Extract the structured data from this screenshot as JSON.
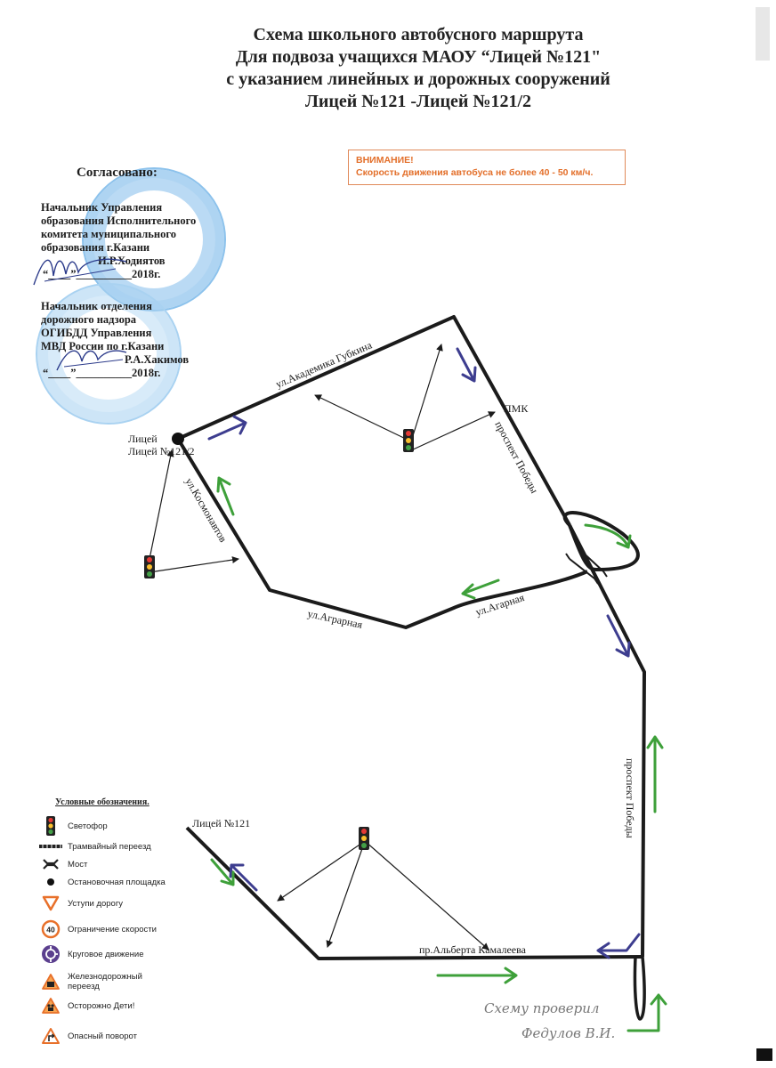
{
  "title": {
    "line1": "Схема школьного автобусного маршрута",
    "line2": "Для подвоза учащихся МАОУ “Лицей №121\"",
    "line3": "с указанием линейных и дорожных сооружений",
    "line4": "Лицей №121 -Лицей №121/2"
  },
  "warning": {
    "heading": "ВНИМАНИЕ!",
    "text": "Скорость движения автобуса не более 40 - 50 км/ч."
  },
  "approval": {
    "heading": "Согласовано:",
    "block1": [
      "Начальник Управления",
      "образования Исполнительного",
      "комитета муниципального",
      "образования г.Казани",
      "И.Р.Ходиятов",
      "“____”__________2018г."
    ],
    "block2": [
      "Начальник отделения",
      "дорожного надзора",
      "ОГИБДД Управления",
      "МВД России по г.Казани",
      "Р.А.Хакимов",
      "“____”__________2018г."
    ]
  },
  "map_labels": {
    "liceum_121_2": "Лицей №121/2",
    "akademika_gubkina": "ул.Академика Губкина",
    "pmk": "ПМК",
    "prospekt_pobedy_1": "проспект Победы",
    "kosmonavtov": "ул.Космонавтов",
    "agrarnaya_1": "ул.Агарная",
    "agrarnaya_2": "ул.Аграрная",
    "prospekt_pobedy_2": "проспект Победы",
    "liceum_121": "Лицей №121",
    "albert_kamaleev": "пр.Альберта Камалеева"
  },
  "colors": {
    "route": "#1b1b1b",
    "arrow_blue": "#3d3d8f",
    "arrow_green": "#3ea03a",
    "warning": "#e36f2a",
    "stamp": "#7ab6e6"
  },
  "legend": {
    "title": "Условные обозначения.",
    "items": [
      {
        "icon": "traffic-light-icon",
        "label": "Светофор"
      },
      {
        "icon": "tram-crossing-icon",
        "label": "Трамвайный переезд"
      },
      {
        "icon": "bridge-icon",
        "label": "Мост"
      },
      {
        "icon": "bus-stop-icon",
        "label": "Остановочная площадка"
      },
      {
        "icon": "yield-sign-icon",
        "label": "Уступи дорогу"
      },
      {
        "icon": "speed-limit-icon",
        "label": "Ограничение скорости",
        "value": "40"
      },
      {
        "icon": "roundabout-icon",
        "label": "Круговое движение"
      },
      {
        "icon": "railway-crossing-icon",
        "label": "Железнодорожный переезд"
      },
      {
        "icon": "children-warning-icon",
        "label": "Осторожно Дети!"
      },
      {
        "icon": "dangerous-turn-icon",
        "label": "Опасный поворот"
      }
    ]
  },
  "handwritten_note": {
    "line1": "Схему проверил",
    "line2": "Федулов В.И."
  }
}
